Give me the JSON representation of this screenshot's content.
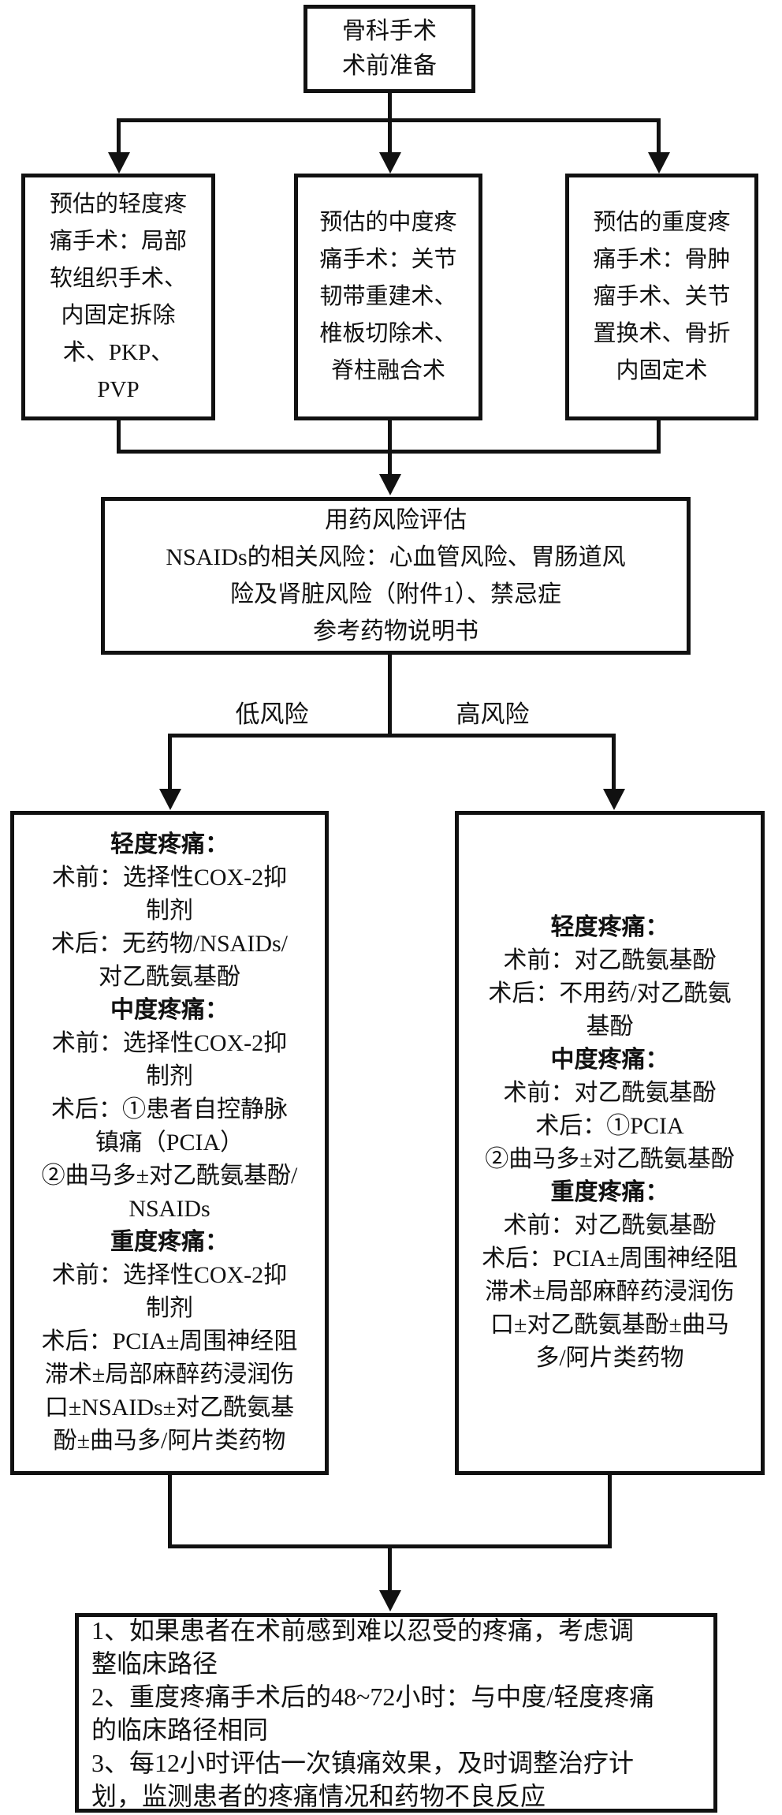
{
  "flowchart": {
    "colors": {
      "ink": "#111111",
      "background": "#ffffff"
    },
    "start_box": {
      "text": "骨科手术\n术前准备"
    },
    "category_boxes": {
      "mild": {
        "text": "预估的轻度疼\n痛手术：局部\n软组织手术、\n内固定拆除\n术、PKP、\nPVP"
      },
      "moderate": {
        "text": "预估的中度疼\n痛手术：关节\n韧带重建术、\n椎板切除术、\n脊柱融合术"
      },
      "severe": {
        "text": "预估的重度疼\n痛手术：骨肿\n瘤手术、关节\n置换术、骨折\n内固定术"
      }
    },
    "risk_box": {
      "text": "用药风险评估\nNSAIDs的相关风险：心血管风险、胃肠道风\n险及肾脏风险（附件1）、禁忌症\n参考药物说明书"
    },
    "branch_labels": {
      "low": "低风险",
      "high": "高风险"
    },
    "low_risk_pathway": {
      "lines": [
        {
          "text": "轻度疼痛：",
          "bold": true
        },
        {
          "text": "术前：选择性COX-2抑",
          "bold": false
        },
        {
          "text": "制剂",
          "bold": false
        },
        {
          "text": "术后：无药物/NSAIDs/",
          "bold": false
        },
        {
          "text": "对乙酰氨基酚",
          "bold": false
        },
        {
          "text": "中度疼痛：",
          "bold": true
        },
        {
          "text": "术前：选择性COX-2抑",
          "bold": false
        },
        {
          "text": "制剂",
          "bold": false
        },
        {
          "text": "术后：①患者自控静脉",
          "bold": false
        },
        {
          "text": "镇痛（PCIA）",
          "bold": false
        },
        {
          "text": "②曲马多±对乙酰氨基酚/",
          "bold": false
        },
        {
          "text": "NSAIDs",
          "bold": false
        },
        {
          "text": "重度疼痛：",
          "bold": true
        },
        {
          "text": "术前：选择性COX-2抑",
          "bold": false
        },
        {
          "text": "制剂",
          "bold": false
        },
        {
          "text": "术后：PCIA±周围神经阻",
          "bold": false
        },
        {
          "text": "滞术±局部麻醉药浸润伤",
          "bold": false
        },
        {
          "text": "口±NSAIDs±对乙酰氨基",
          "bold": false
        },
        {
          "text": "酚±曲马多/阿片类药物",
          "bold": false
        }
      ]
    },
    "high_risk_pathway": {
      "lines": [
        {
          "text": "轻度疼痛：",
          "bold": true
        },
        {
          "text": "术前：对乙酰氨基酚",
          "bold": false
        },
        {
          "text": "术后：不用药/对乙酰氨",
          "bold": false
        },
        {
          "text": "基酚",
          "bold": false
        },
        {
          "text": "中度疼痛：",
          "bold": true
        },
        {
          "text": "术前：对乙酰氨基酚",
          "bold": false
        },
        {
          "text": "术后：①PCIA",
          "bold": false
        },
        {
          "text": "②曲马多±对乙酰氨基酚",
          "bold": false
        },
        {
          "text": "重度疼痛：",
          "bold": true
        },
        {
          "text": "术前：对乙酰氨基酚",
          "bold": false
        },
        {
          "text": "术后：PCIA±周围神经阻",
          "bold": false
        },
        {
          "text": "滞术±局部麻醉药浸润伤",
          "bold": false
        },
        {
          "text": "口±对乙酰氨基酚±曲马",
          "bold": false
        },
        {
          "text": "多/阿片类药物",
          "bold": false
        }
      ]
    },
    "notes_box": {
      "text": "1、如果患者在术前感到难以忍受的疼痛，考虑调\n整临床路径\n2、重度疼痛手术后的48~72小时：与中度/轻度疼痛\n的临床路径相同\n3、每12小时评估一次镇痛效果，及时调整治疗计\n划，监测患者的疼痛情况和药物不良反应"
    }
  }
}
